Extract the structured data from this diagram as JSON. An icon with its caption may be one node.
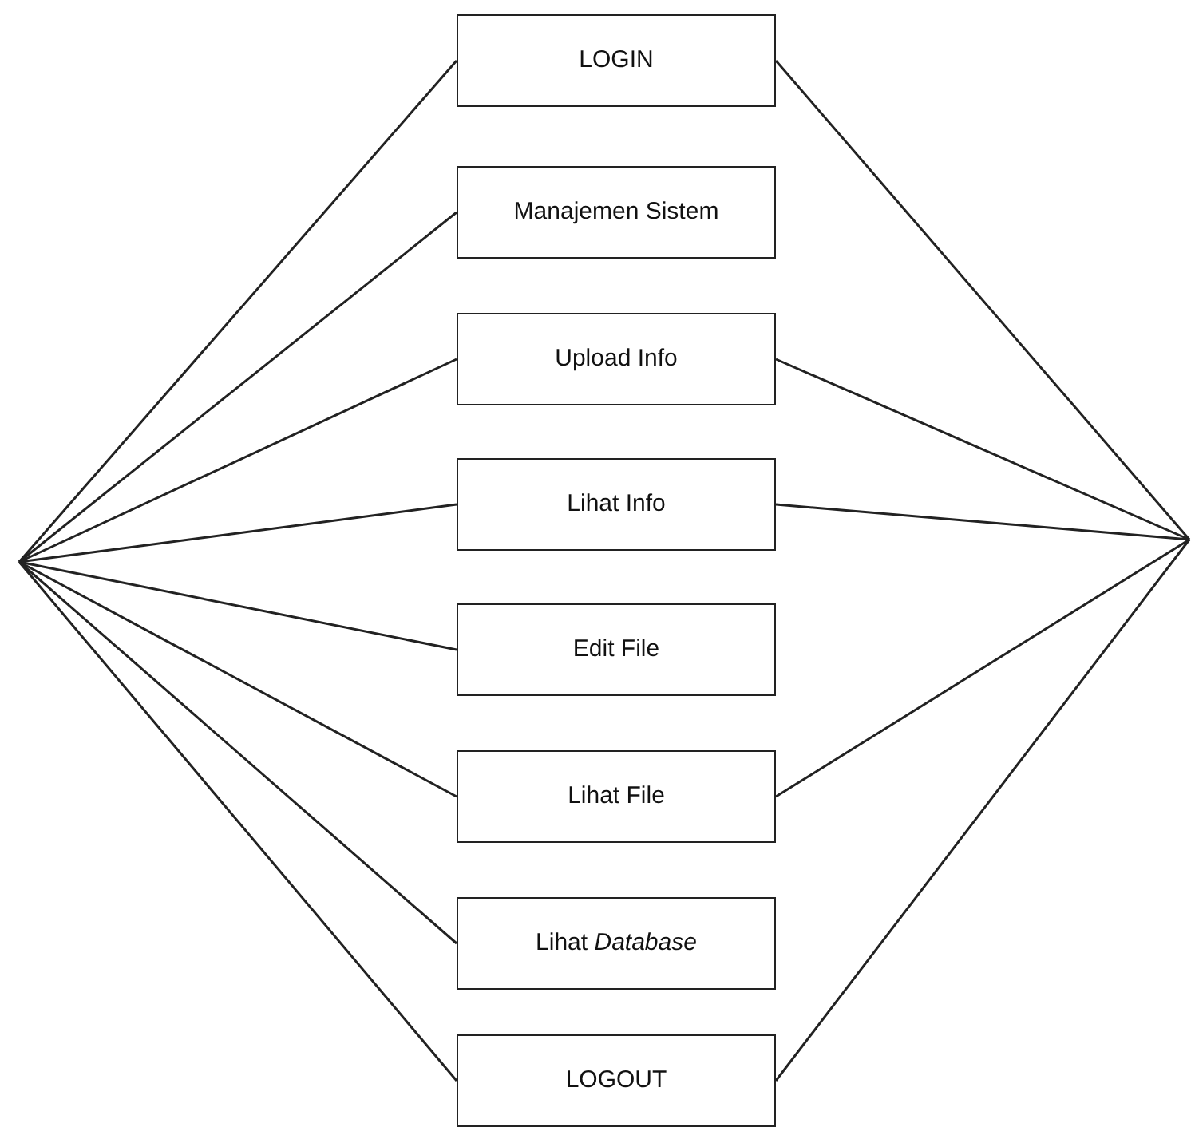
{
  "diagram": {
    "nodes": [
      {
        "text": [
          "LOGIN"
        ]
      },
      {
        "text": [
          "Manajemen Sistem"
        ]
      },
      {
        "text": [
          "Upload Info"
        ]
      },
      {
        "text": [
          "Lihat Info"
        ]
      },
      {
        "text": [
          "Edit File"
        ]
      },
      {
        "text": [
          "Lihat File"
        ]
      },
      {
        "text": [
          "Lihat *Database*"
        ]
      },
      {
        "text": [
          "LOGOUT"
        ]
      }
    ],
    "edges": [
      {
        "from": null,
        "to": 0,
        "arrow": "none"
      },
      {
        "from": null,
        "to": 1,
        "arrow": "none"
      },
      {
        "from": null,
        "to": 2,
        "arrow": "none"
      },
      {
        "from": null,
        "to": 3,
        "arrow": "none"
      },
      {
        "from": null,
        "to": 4,
        "arrow": "none"
      },
      {
        "from": null,
        "to": 5,
        "arrow": "none"
      },
      {
        "from": null,
        "to": 6,
        "arrow": "none"
      },
      {
        "from": null,
        "to": 7,
        "arrow": "none"
      },
      {
        "from": 0,
        "to": null,
        "arrow": "none"
      },
      {
        "from": 2,
        "to": null,
        "arrow": "none"
      },
      {
        "from": 3,
        "to": null,
        "arrow": "none"
      },
      {
        "from": 5,
        "to": null,
        "arrow": "none"
      },
      {
        "from": 7,
        "to": null,
        "arrow": "none"
      }
    ]
  }
}
